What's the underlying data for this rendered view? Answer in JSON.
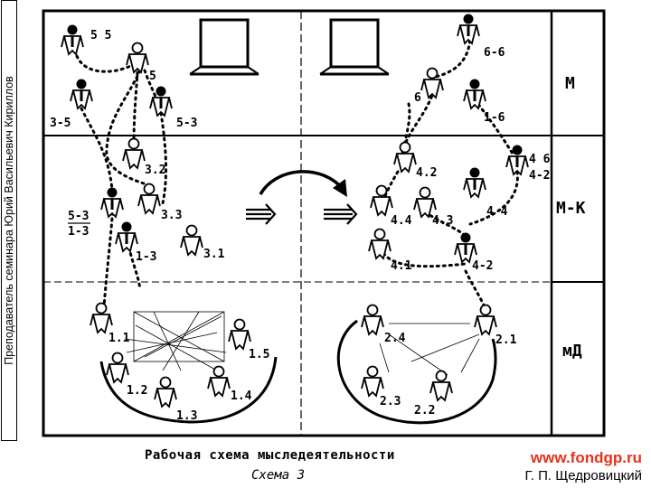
{
  "side_title": "Преподаватель семинара Юрий Васильевич Кириллов",
  "caption": "Рабочая схема мыследеятельности",
  "subcaption": "Схема 3",
  "website": "www.fondgp.ru",
  "author": "Г. П. Щедровицкий",
  "zones": [
    "М",
    "М-К",
    "мД"
  ],
  "left_labels": [
    "5 5",
    "5",
    "3-5",
    "5-3",
    "3.2",
    "3.3",
    "5-3",
    "1-3",
    "1-3",
    "3.1",
    "1.1",
    "1.5",
    "1.2",
    "1.4",
    "1.3"
  ],
  "right_labels": [
    "6-6",
    "6",
    "1-6",
    "4 6",
    "4-2",
    "4.2",
    "4 4",
    "4.4",
    "4.3",
    "4.1",
    "4-2",
    "2.4",
    "2.1",
    "2.3",
    "2.2"
  ]
}
